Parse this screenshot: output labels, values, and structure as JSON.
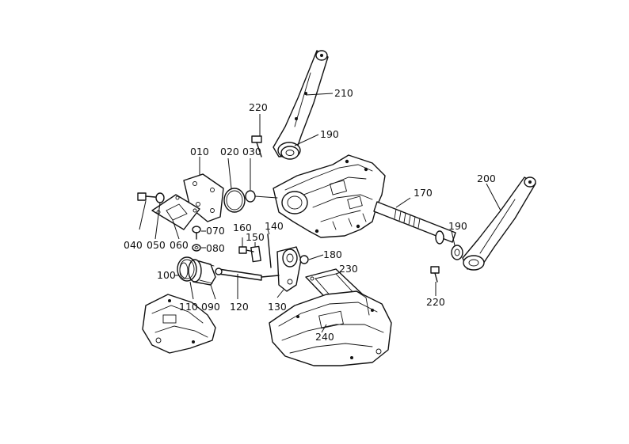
{
  "labels": {
    "p010": "010",
    "p020": "020",
    "p030": "030",
    "p040": "040",
    "p050": "050",
    "p060": "060",
    "p070": "070",
    "p080": "080",
    "p090": "090",
    "p100": "100",
    "p110": "110",
    "p120": "120",
    "p130": "130",
    "p140": "140",
    "p150": "150",
    "p160": "160",
    "p170": "170",
    "p180": "180",
    "p190a": "190",
    "p190b": "190",
    "p200": "200",
    "p210": "210",
    "p220a": "220",
    "p220b": "220",
    "p230": "230",
    "p240": "240"
  }
}
